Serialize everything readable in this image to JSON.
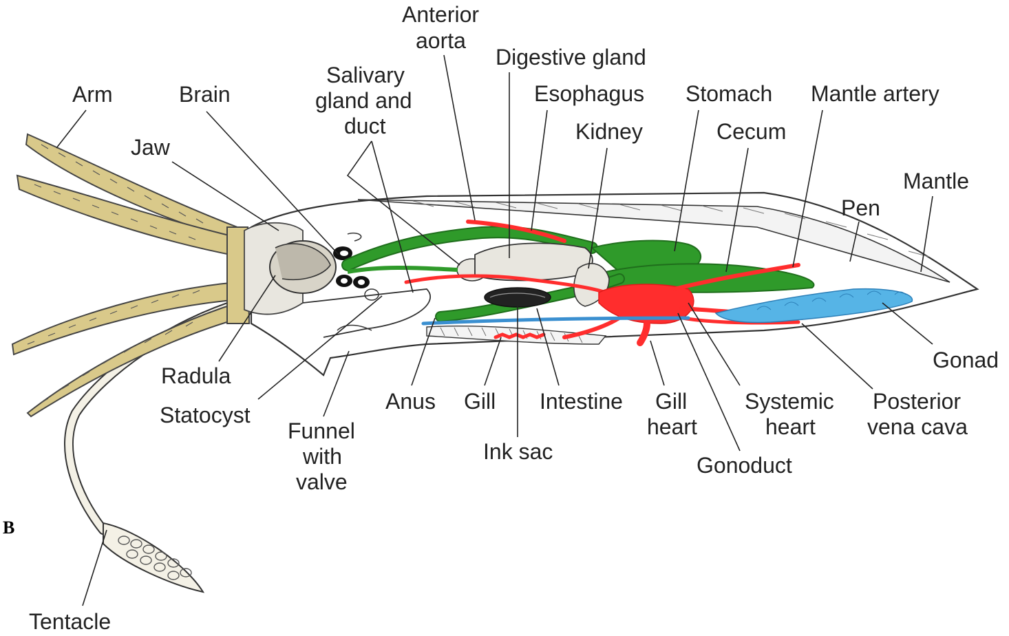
{
  "figure": {
    "panel_letter": "B",
    "colors": {
      "digestive": "#2f9a2a",
      "digestive_dark": "#1f6e1c",
      "circulatory": "#ff2d2d",
      "gonad": "#56b4e6",
      "venous": "#3a8fd0",
      "arm_fill": "#d9c98a",
      "gland_fill": "#e8e6df"
    },
    "labels": {
      "arm": "Arm",
      "brain": "Brain",
      "jaw": "Jaw",
      "salivary_1": "Salivary",
      "salivary_2": "gland and",
      "salivary_3": "duct",
      "anterior_1": "Anterior",
      "anterior_2": "aorta",
      "digestive_gland": "Digestive gland",
      "esophagus": "Esophagus",
      "stomach": "Stomach",
      "mantle_artery": "Mantle artery",
      "kidney": "Kidney",
      "cecum": "Cecum",
      "mantle": "Mantle",
      "pen": "Pen",
      "gonad": "Gonad",
      "radula": "Radula",
      "statocyst": "Statocyst",
      "funnel_1": "Funnel",
      "funnel_2": "with",
      "funnel_3": "valve",
      "anus": "Anus",
      "gill": "Gill",
      "intestine": "Intestine",
      "ink_sac": "Ink sac",
      "gill_heart_1": "Gill",
      "gill_heart_2": "heart",
      "systemic_1": "Systemic",
      "systemic_2": "heart",
      "posterior_1": "Posterior",
      "posterior_2": "vena cava",
      "gonoduct": "Gonoduct",
      "tentacle": "Tentacle"
    }
  }
}
